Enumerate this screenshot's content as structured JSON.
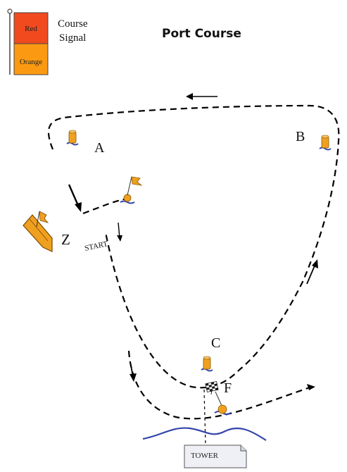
{
  "title": "Port Course",
  "signal": {
    "label": "Course Signal",
    "label_line1": "Course",
    "label_line2": "Signal",
    "flags": [
      {
        "label": "Red",
        "color": "#f04a1e"
      },
      {
        "label": "Orange",
        "color": "#fb9a12"
      }
    ]
  },
  "markers": {
    "A": "A",
    "B": "B",
    "C": "C",
    "F": "F",
    "Z": "Z"
  },
  "start_label": "START",
  "tower_label": "TOWER",
  "colors": {
    "buoy": "#f0a020",
    "water": "#3344aa",
    "line": "#000000"
  }
}
